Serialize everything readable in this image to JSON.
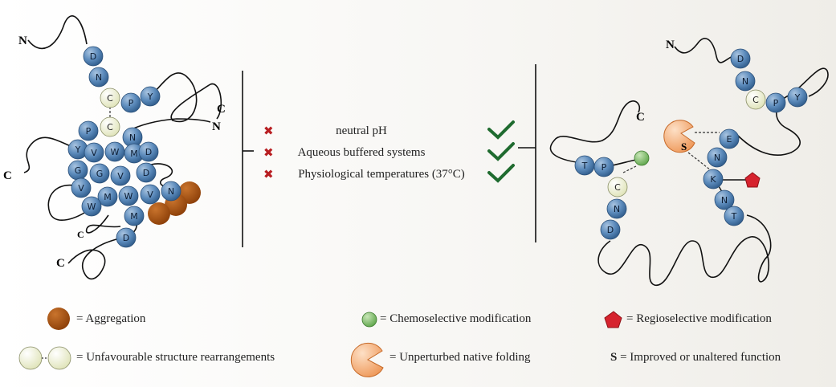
{
  "left_protein": {
    "terminals": [
      "N",
      "C",
      "N",
      "C",
      "C",
      "C"
    ],
    "residues": [
      "D",
      "N",
      "C",
      "P",
      "Y",
      "C",
      "P",
      "N",
      "Y",
      "V",
      "W",
      "M",
      "D",
      "G",
      "G",
      "V",
      "D",
      "V",
      "M",
      "W",
      "V",
      "N",
      "W",
      "M",
      "D"
    ]
  },
  "conditions": {
    "items": [
      {
        "label": "neutral pH",
        "status_icon": "cross-icon",
        "result_icon": "check-icon"
      },
      {
        "label": "Aqueous buffered systems",
        "status_icon": "cross-icon",
        "result_icon": "check-icon"
      },
      {
        "label": "Physiological temperatures (37°C)",
        "status_icon": "cross-icon",
        "result_icon": "check-icon"
      }
    ]
  },
  "right_protein": {
    "terminals": [
      "N",
      "C"
    ],
    "residues": [
      "D",
      "N",
      "C",
      "P",
      "Y",
      "E",
      "N",
      "K",
      "N",
      "T",
      "T",
      "P",
      "C",
      "N",
      "D"
    ],
    "function_site": "S"
  },
  "legend": {
    "aggregation": "= Aggregation",
    "chemoselective": "= Chemoselective modification",
    "regioselective": "= Regioselective modification",
    "rearrangement": "= Unfavourable structure rearrangements",
    "native_folding": "= Unperturbed native folding",
    "function_symbol": "S",
    "function": "= Improved or unaltered function"
  },
  "colors": {
    "residue": "#4f7fb0",
    "cysteine": "#eef0cf",
    "aggregation": "#a8510f",
    "chemoselective": "#6fb35a",
    "regioselective": "#c9202a",
    "native_folding": "#f4a871",
    "cross": "#b81e22",
    "check": "#1f6b2f"
  }
}
